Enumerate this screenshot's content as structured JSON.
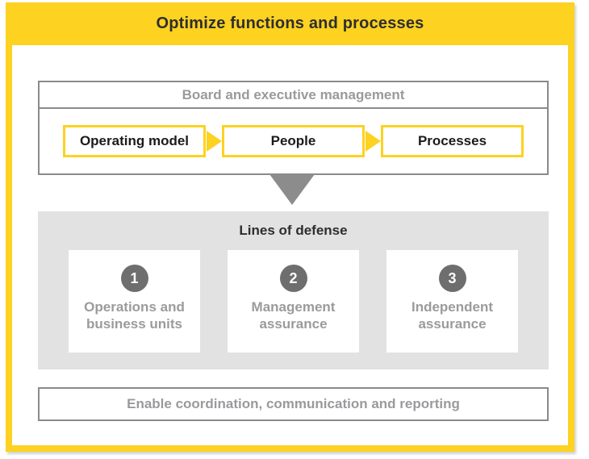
{
  "colors": {
    "accent_yellow": "#FDD220",
    "dark_text": "#2E2E30",
    "gray_text": "#9A9A9E",
    "border_gray": "#8A8A8D",
    "arrow_gray": "#8C8C8C",
    "badge_gray": "#6E6E6E",
    "section_bg": "#E2E2E3"
  },
  "header": {
    "title": "Optimize functions and processes"
  },
  "board": {
    "title": "Board and executive management",
    "steps": [
      {
        "label": "Operating model"
      },
      {
        "label": "People"
      },
      {
        "label": "Processes"
      }
    ]
  },
  "defense": {
    "title": "Lines of defense",
    "items": [
      {
        "number": "1",
        "label": "Operations and business units"
      },
      {
        "number": "2",
        "label": "Management assurance"
      },
      {
        "number": "3",
        "label": "Independent assurance"
      }
    ]
  },
  "footer": {
    "label": "Enable coordination, communication and reporting"
  }
}
